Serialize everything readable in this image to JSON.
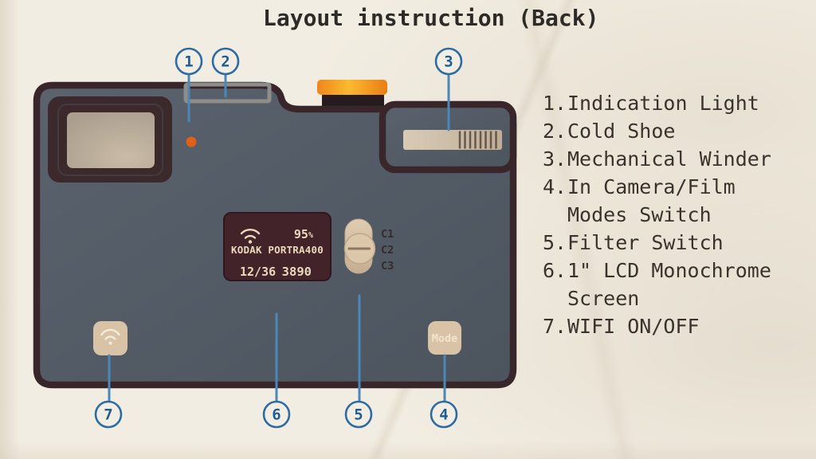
{
  "title": "Layout instruction (Back)",
  "legend": {
    "items": [
      {
        "num": "1.",
        "label": "Indication Light"
      },
      {
        "num": "2.",
        "label": "Cold Shoe"
      },
      {
        "num": "3.",
        "label": "Mechanical Winder"
      },
      {
        "num": "4.",
        "label": "In Camera/Film Modes Switch"
      },
      {
        "num": "5.",
        "label": "Filter Switch"
      },
      {
        "num": "6.",
        "label": "1\" LCD Monochrome Screen"
      },
      {
        "num": "7.",
        "label": "WIFI ON/OFF"
      }
    ]
  },
  "camera": {
    "lcd": {
      "battery_value": "95",
      "battery_unit": "%",
      "film": "KODAK PORTRA400",
      "counter": "12/36",
      "frames": "3890"
    },
    "filter_switch_options": [
      "C1",
      "C2",
      "C3"
    ],
    "mode_button_label": "Mode"
  },
  "callout_numbers": [
    "1",
    "2",
    "3",
    "4",
    "5",
    "6",
    "7"
  ],
  "colors": {
    "paper": "#f2ede2",
    "camera_body": "#525a64",
    "outline": "#38262a",
    "accent_blue": "#2f6ba3",
    "leader_blue": "#4b87b9",
    "indicator_orange": "#e0601b",
    "shutter_orange": "#f09020",
    "beige_button": "#d9c3a7",
    "lcd_background": "#412329",
    "lcd_text": "#ead9ba"
  }
}
